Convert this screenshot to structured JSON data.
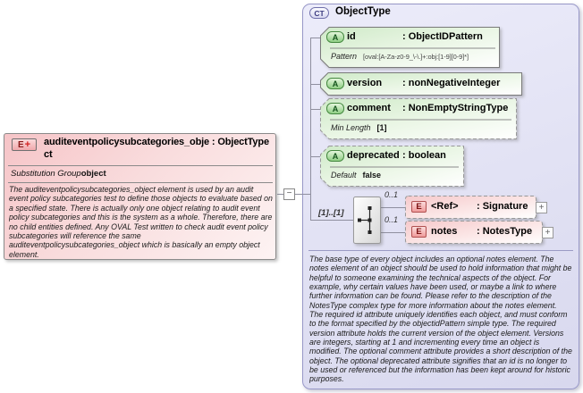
{
  "connector": {
    "collapse_symbol": "−"
  },
  "left_element": {
    "badge": "E",
    "badge_plus": "+",
    "title_line1": "auditeventpolicysubcategories_obje : ObjectType",
    "title_line2": "ct",
    "substitution_group_label": "Substitution Group",
    "substitution_group_value": "object",
    "description": "The auditeventpolicysubcategories_object element is used by an audit event policy subcategories test to define those objects to evaluate based on a specified state. There is actually only one object relating to audit event policy subcategories and this is the system as a whole. Therefore, there are no child entities defined. Any OVAL Test written to check audit event policy subcategories will reference the same auditeventpolicysubcategories_object which is basically an empty object element."
  },
  "complex_type": {
    "badge": "CT",
    "title": "ObjectType",
    "attributes": [
      {
        "badge": "A",
        "name": "id",
        "type": ": ObjectIDPattern",
        "facet_label": "Pattern",
        "facet_value": "[oval:[A-Za-z0-9_\\-\\.]+:obj:[1-9][0-9]*]"
      },
      {
        "badge": "A",
        "name": "version",
        "type": ": nonNegativeInteger"
      },
      {
        "badge": "A",
        "name": "comment",
        "type": ": NonEmptyStringType",
        "facet_label": "Min Length",
        "facet_value": "[1]"
      },
      {
        "badge": "A",
        "name": "deprecated",
        "type": ": boolean",
        "facet_label": "Default",
        "facet_value": "false"
      }
    ],
    "sequence": {
      "cardinality": "[1]..[1]"
    },
    "elements": [
      {
        "badge": "E",
        "cardinality": "0..1",
        "name": "<Ref>",
        "type": ": Signature",
        "expand": "+"
      },
      {
        "badge": "E",
        "cardinality": "0..1",
        "name": "notes",
        "type": ": NotesType",
        "expand": "+"
      }
    ],
    "description": "The base type of every object includes an optional notes element. The notes element of an object should be used to hold information that might be helpful to someone examining the technical aspects of the object. For example, why certain values have been used, or maybe a link to where further information can be found. Please refer to the description of the NotesType complex type for more information about the notes element. The required id attribute uniquely identifies each object, and must conform to the format specified by the objectidPattern simple type. The required version attribute holds the current version of the object element. Versions are integers, starting at 1 and incrementing every time an object is modified. The optional comment attribute provides a short description of the object. The optional deprecated attribute signifies that an id is no longer to be used or referenced but the information has been kept around for historic purposes."
  }
}
